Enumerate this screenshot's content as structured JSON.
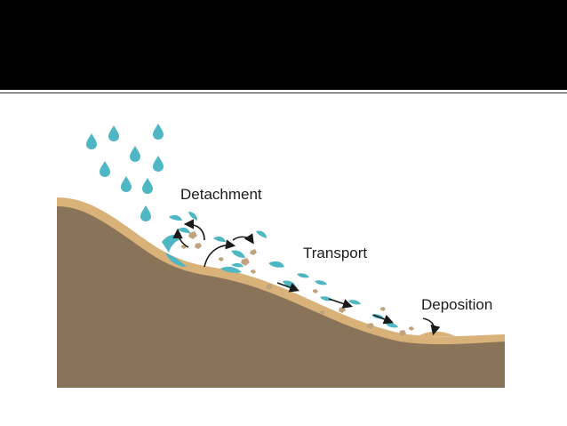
{
  "slide": {
    "header_color": "#000000"
  },
  "diagram": {
    "labels": {
      "detachment": "Detachment",
      "transport": "Transport",
      "deposition": "Deposition"
    },
    "colors": {
      "soil": "#8a7459",
      "topsoil": "#d9b27a",
      "water": "#4fb6c4",
      "sediment": "#bfa47f",
      "arrow": "#1a1a1a"
    }
  }
}
